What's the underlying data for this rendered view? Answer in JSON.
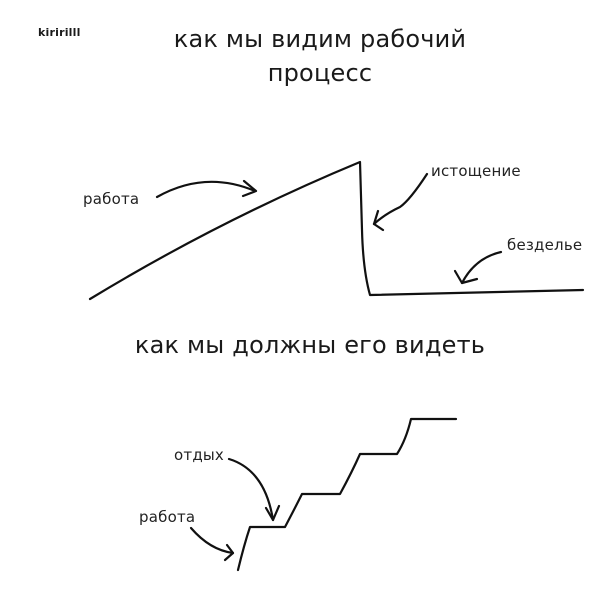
{
  "logo": "kiririlll",
  "section_top": {
    "title_line1": "как мы видим рабочий",
    "title_line2": "процесс",
    "labels": {
      "work": "работа",
      "exhaustion": "истощение",
      "idleness": "безделье"
    }
  },
  "section_bottom": {
    "title": "как мы должны его видеть",
    "labels": {
      "rest": "отдых",
      "work": "работа"
    }
  },
  "colors": {
    "background": "#ffffff",
    "ink": "#111111"
  }
}
